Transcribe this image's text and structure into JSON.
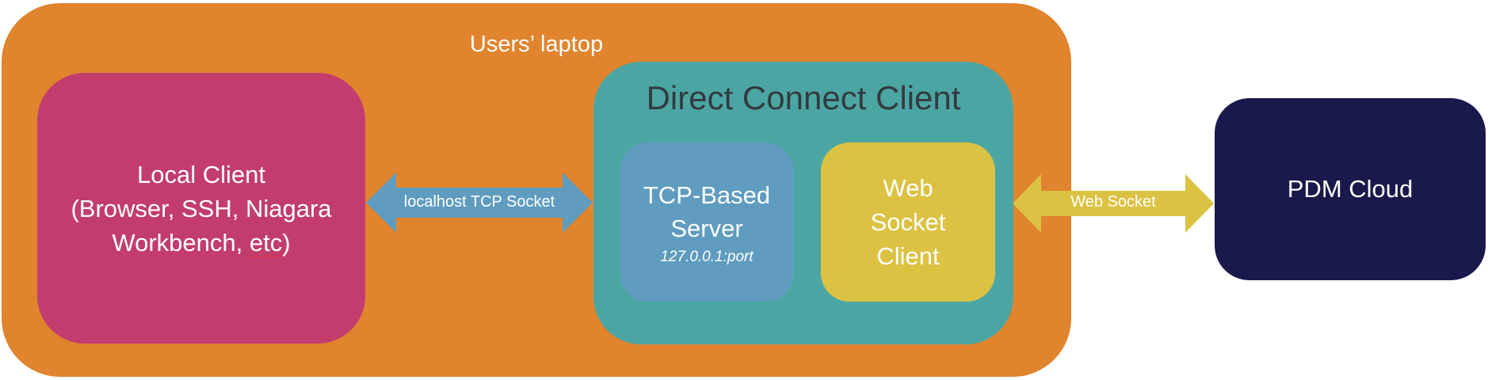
{
  "laptop": {
    "title": "Users’ laptop",
    "color": "#E0842E"
  },
  "local_client": {
    "line1": "Local Client",
    "line2": "(Browser, SSH, Niagara",
    "line3_main": "Workbench, ",
    "line3_etc": "etc",
    "line3_end": ")",
    "color": "#C23D6E"
  },
  "direct_connect_client": {
    "title": "Direct Connect Client",
    "color": "#4BA6A3"
  },
  "tcp_server": {
    "line1": "TCP-Based",
    "line2": "Server",
    "address": "127.0.0.1:port",
    "color": "#5F9CBF"
  },
  "websocket_client": {
    "line1": "Web",
    "line2": "Socket",
    "line3": "Client",
    "color": "#DCC243"
  },
  "pdm_cloud": {
    "label": "PDM Cloud",
    "color": "#1A194C"
  },
  "arrows": {
    "tcp": {
      "label": "localhost TCP Socket",
      "color": "#5F9CBF"
    },
    "websocket": {
      "label": "Web Socket",
      "color": "#DCC243"
    }
  }
}
